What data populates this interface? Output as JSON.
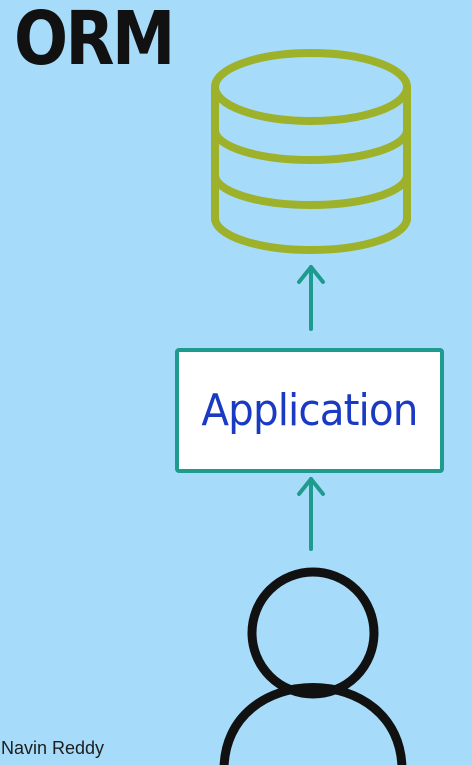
{
  "title": "ORM",
  "application_label": "Application",
  "credit": "Navin Reddy",
  "colors": {
    "background": "#a6dcfa",
    "database": "#9db22a",
    "arrow": "#1f9a8e",
    "box_border": "#1f9a8e",
    "app_text": "#1a3ac4",
    "person": "#111111"
  },
  "icons": {
    "database": "database-icon",
    "person": "person-icon"
  }
}
